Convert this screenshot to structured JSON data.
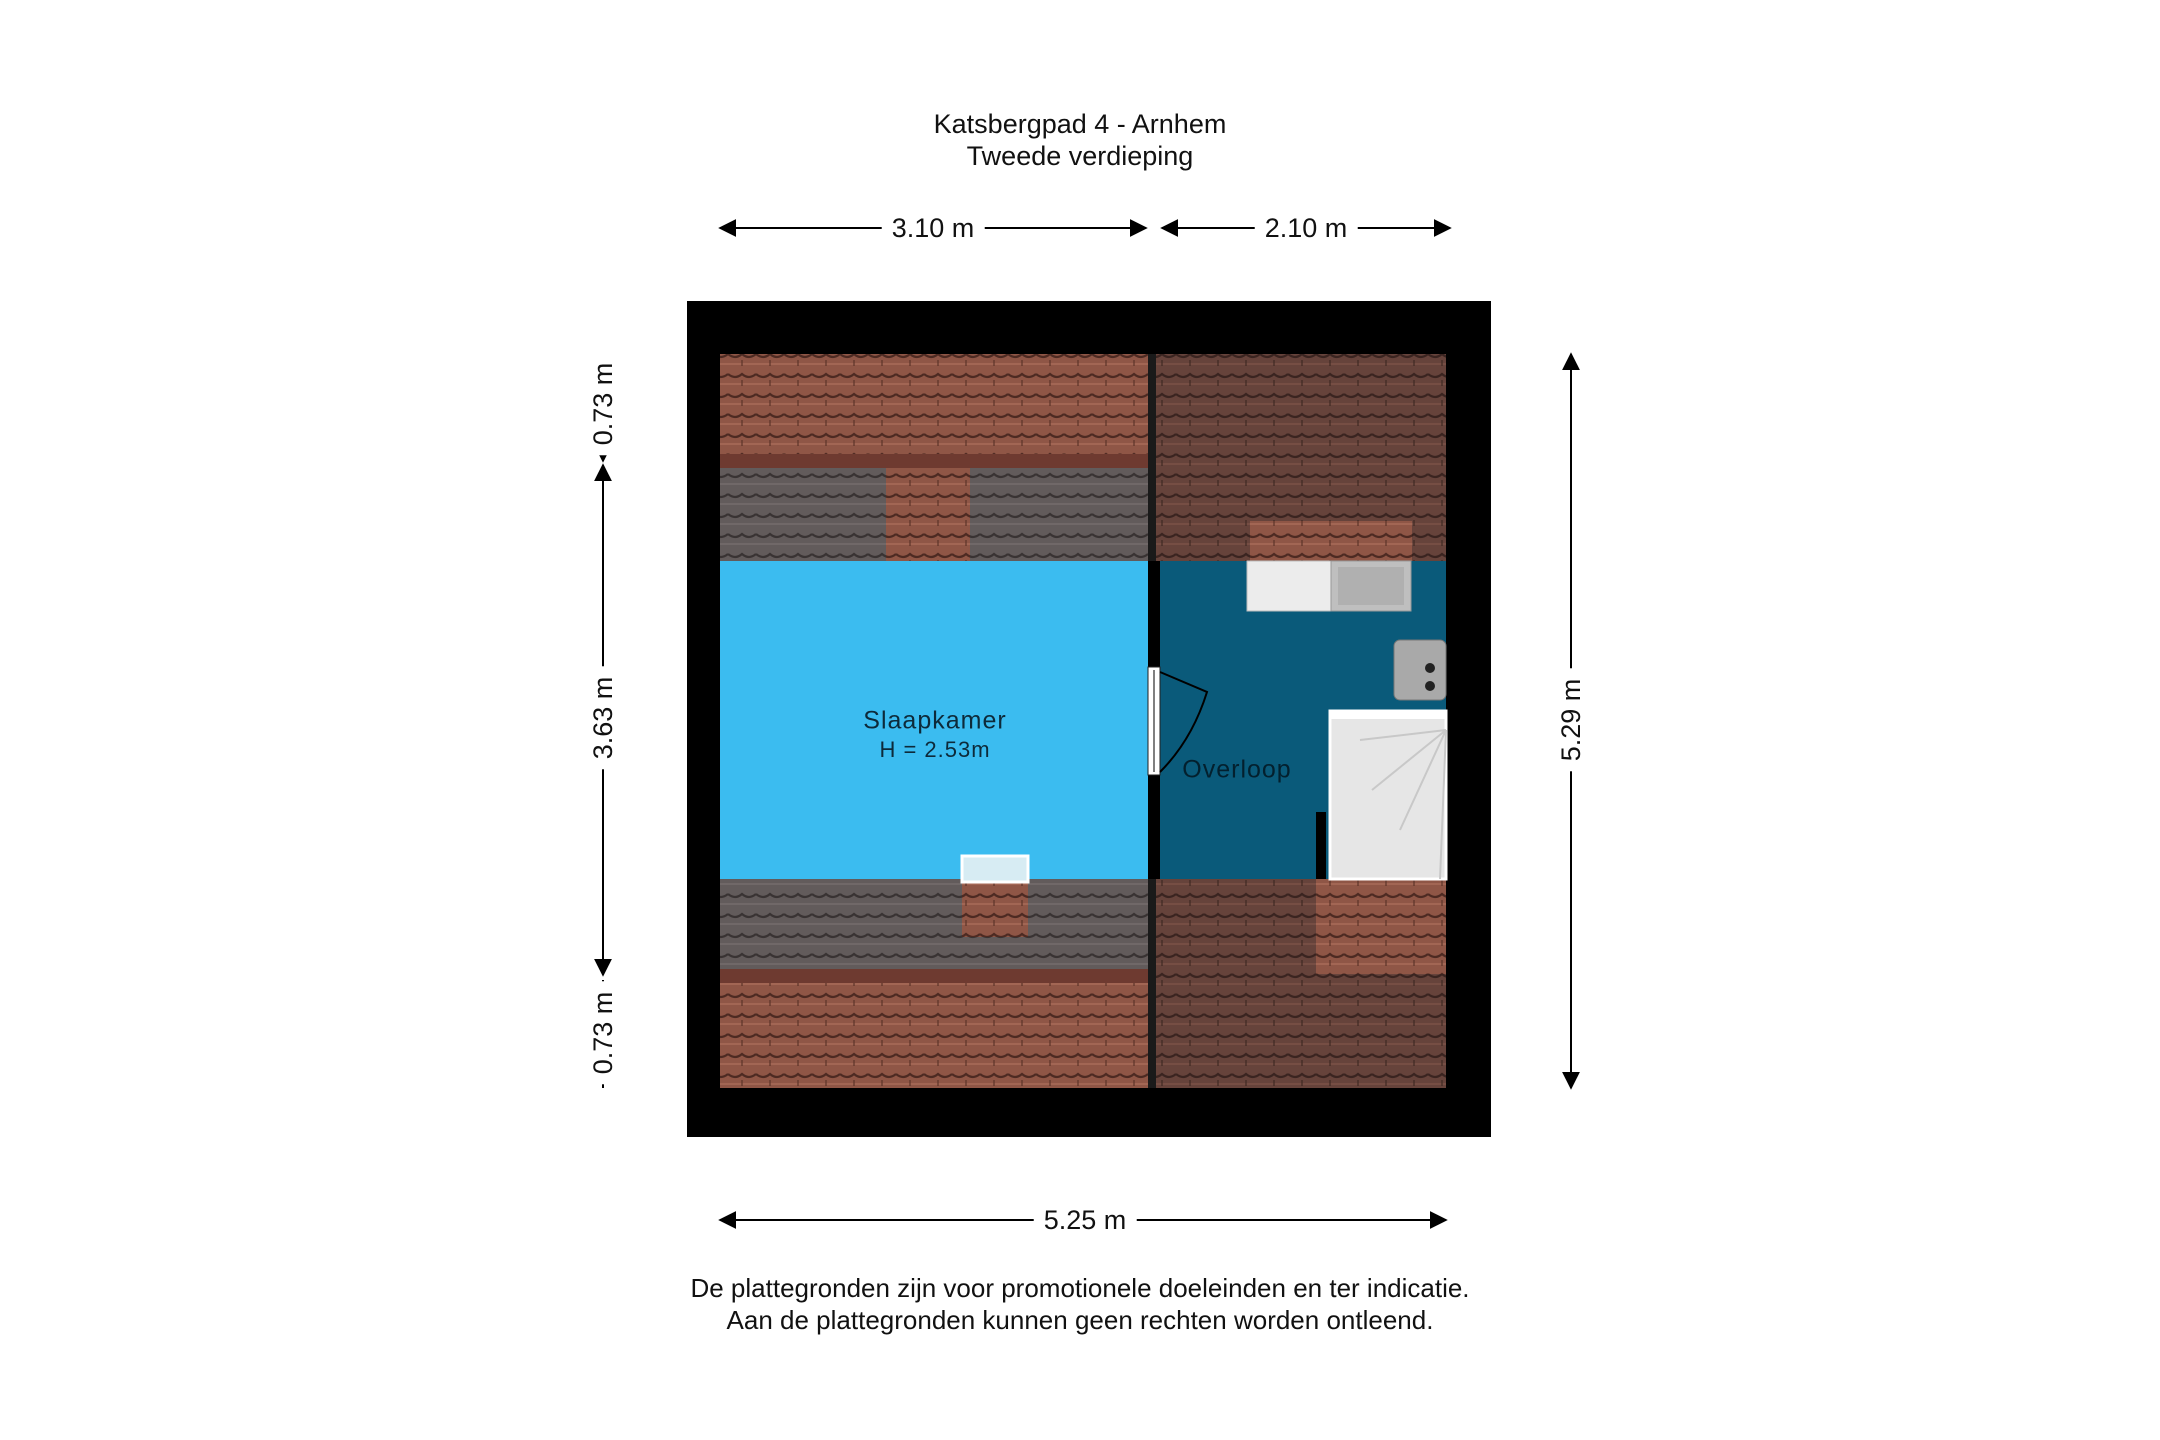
{
  "header": {
    "address": "Katsbergpad 4 - Arnhem",
    "floor": "Tweede verdieping"
  },
  "dimensions": {
    "top_left_width": "3.10 m",
    "top_right_width": "2.10 m",
    "bottom_width": "5.25 m",
    "left_top_depth": "0.73 m",
    "left_middle_depth": "3.63 m",
    "left_bottom_depth": "0.73 m",
    "right_total_depth": "5.29 m"
  },
  "rooms": {
    "slaapkamer": {
      "name": "Slaapkamer",
      "height": "H = 2.53m",
      "color": "#3bbcf0"
    },
    "overloop": {
      "name": "Overloop",
      "color": "#0a5a7a"
    }
  },
  "colors": {
    "wall": "#000000",
    "roof_tile": "#8a4f3f",
    "roof_tile_dark": "#5e3d36"
  },
  "footer": {
    "disclaimer_line1": "De plattegronden zijn voor promotionele doeleinden en ter indicatie.",
    "disclaimer_line2": "Aan de plattegronden kunnen geen rechten worden ontleend."
  }
}
